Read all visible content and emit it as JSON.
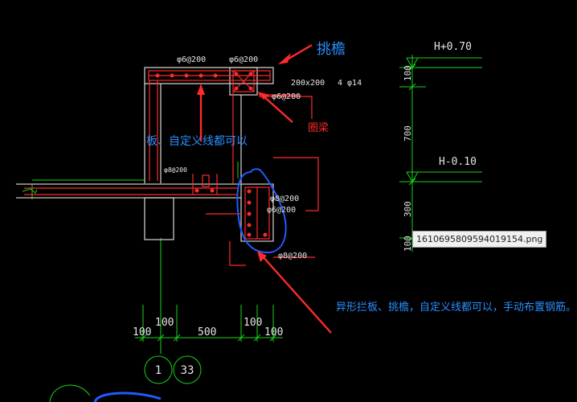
{
  "colors": {
    "background": "#000000",
    "rebar": "#ff2a2a",
    "outline": "#c8c8c8",
    "dimension": "#19d419",
    "annotation_blue": "#2a8fff",
    "arrow": "#ff2a2a",
    "highlight": "#1f5bff"
  },
  "annotations": {
    "eave_label": "挑檐",
    "ring_beam_label": "圈梁",
    "slab_note": "板、自定义线都可以",
    "main_note": "异形拦板、挑檐，自定义线都可以，手动布置钢筋。"
  },
  "rebar_labels": {
    "top_left": "φ6@200",
    "top_right": "φ6@200",
    "beam_size": "200x200",
    "beam_main": "4 φ14",
    "beam_stirrup": "φ6@200",
    "slab_tag": "φ8@200",
    "wall_upper": "φ8@200",
    "wall_lower": "φ6@200",
    "bottom": "φ8@200"
  },
  "elevations": {
    "top": "H+0.70",
    "mid": "H-0.10",
    "dim_100": "100",
    "dim_700": "700",
    "dim_300": "300",
    "dim_100b": "100"
  },
  "dimensions": {
    "d1": "100",
    "d2": "100",
    "d3": "500",
    "d4": "100",
    "d5": "100"
  },
  "axes": {
    "axis_a": "1",
    "axis_b": "33"
  },
  "tooltip": {
    "filename": "1610695809594019154.png"
  }
}
